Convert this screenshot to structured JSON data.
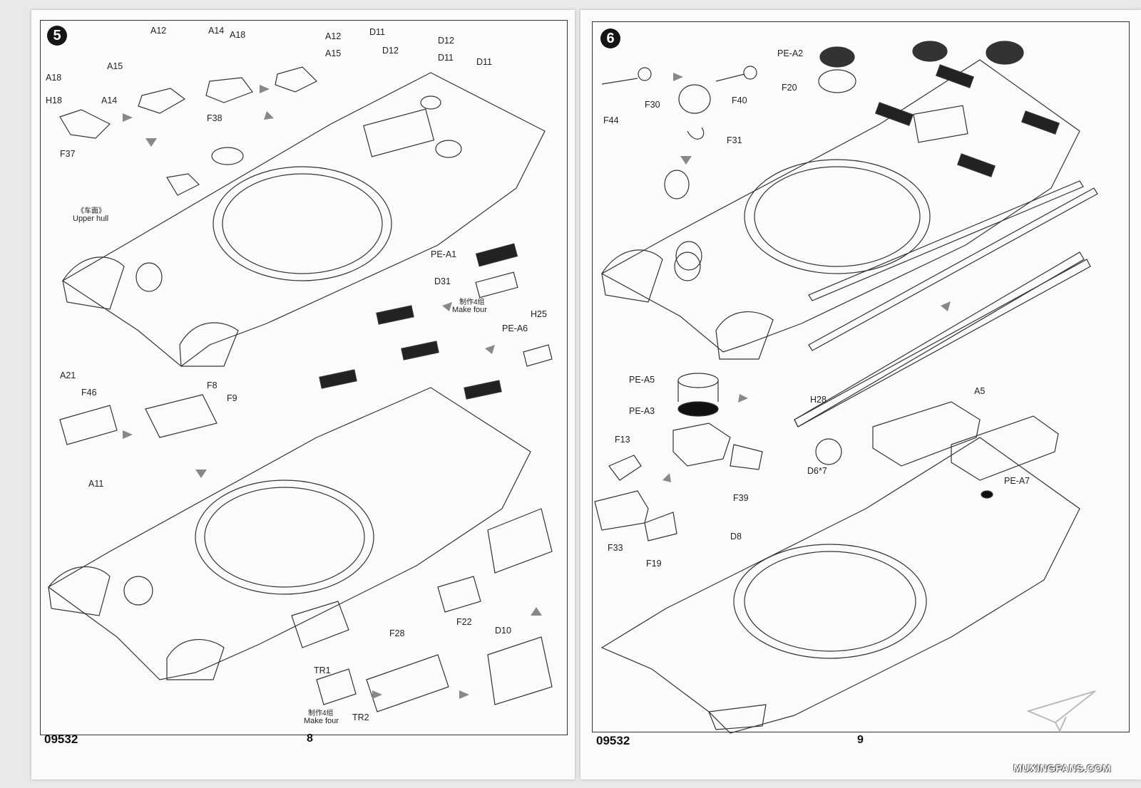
{
  "left_page": {
    "step_number": "5",
    "product_code": "09532",
    "page_number": "8",
    "upper_hull_cn": "《车面》",
    "upper_hull_en": "Upper hull",
    "labels": {
      "A12_a": "A12",
      "A15_a": "A15",
      "A18_a": "A18",
      "H18": "H18",
      "A14_a": "A14",
      "F37": "F37",
      "A14_b": "A14",
      "A18_b": "A18",
      "F38": "F38",
      "A12_b": "A12",
      "A15_b": "A15",
      "D11_a": "D11",
      "D12_a": "D12",
      "D12_b": "D12",
      "D11_b": "D11",
      "D11_c": "D11",
      "PE_A1": "PE-A1",
      "D31": "D31",
      "H25": "H25",
      "PE_A6": "PE-A6",
      "A21": "A21",
      "F46": "F46",
      "F8": "F8",
      "F9": "F9",
      "A11": "A11",
      "F22": "F22",
      "F28": "F28",
      "D10": "D10",
      "TR1": "TR1",
      "TR2": "TR2"
    },
    "make_four_a_cn": "制作4组",
    "make_four_a_en": "Make four",
    "make_four_b_cn": "制作4组",
    "make_four_b_en": "Make four"
  },
  "right_page": {
    "step_number": "6",
    "product_code": "09532",
    "page_number": "9",
    "labels": {
      "F44": "F44",
      "F30": "F30",
      "F40": "F40",
      "F31": "F31",
      "PE_A2": "PE-A2",
      "F20": "F20",
      "PE_A5": "PE-A5",
      "PE_A3": "PE-A3",
      "F13": "F13",
      "F33": "F33",
      "F19": "F19",
      "F39": "F39",
      "H28": "H28",
      "D6x7": "D6*7",
      "A5": "A5",
      "PE_A7": "PE-A7",
      "D8": "D8"
    }
  },
  "watermark": "MUXINGFANS.COM"
}
